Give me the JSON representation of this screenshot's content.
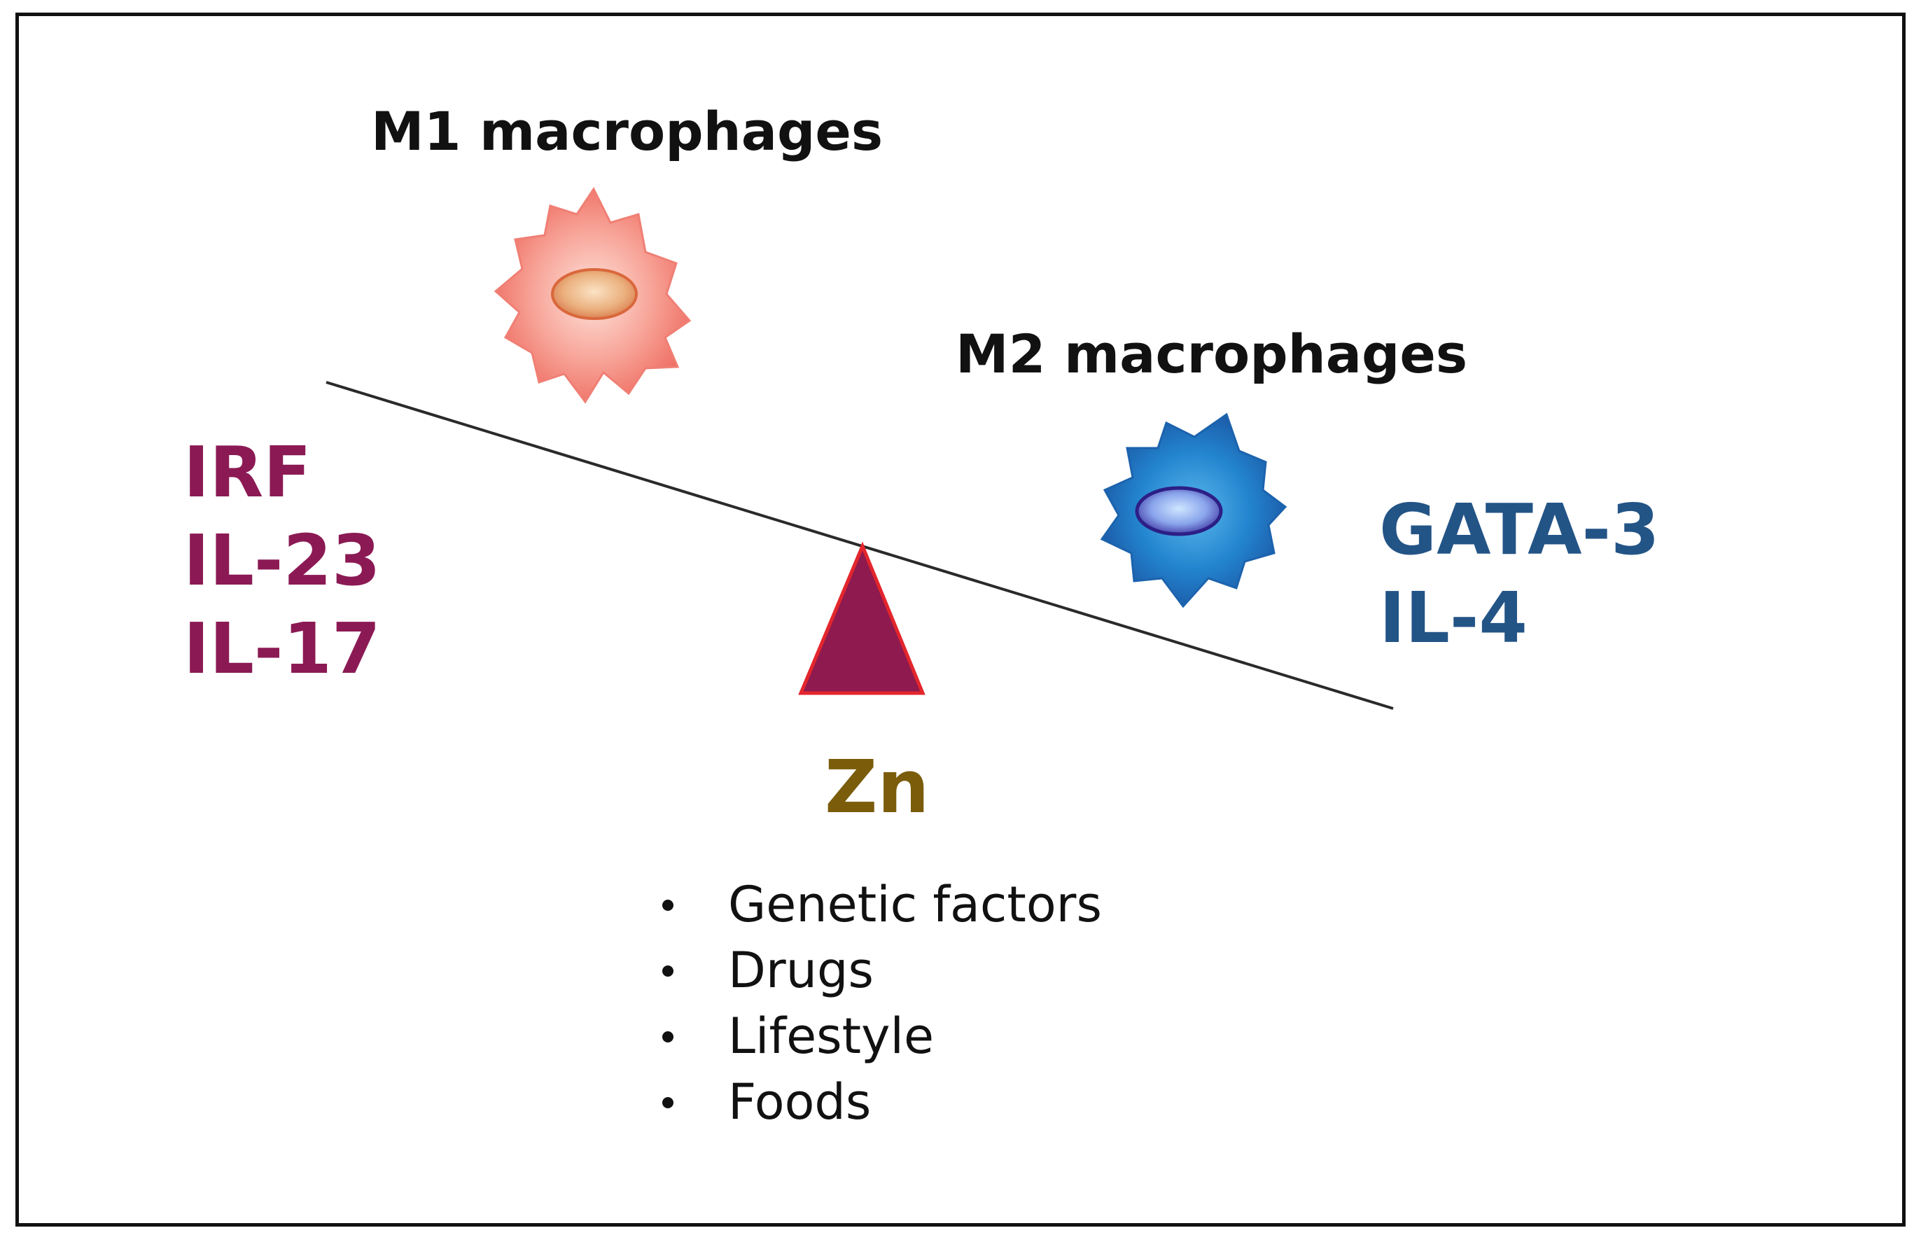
{
  "m1": {
    "title": "M1 macrophages",
    "markers": [
      "IRF",
      "IL-23",
      "IL-17"
    ],
    "color": "#8b1a54"
  },
  "m2": {
    "title": "M2 macrophages",
    "markers": [
      "GATA-3",
      "IL-4"
    ],
    "color": "#235486"
  },
  "fulcrum": {
    "label": "Zn",
    "label_color": "#7a5c0a",
    "fill_color": "#8e1a4f",
    "outline_color": "#e3262c"
  },
  "factors": [
    "Genetic factors",
    "Drugs",
    "Lifestyle",
    "Foods"
  ],
  "icons": {
    "m1_cell": "m1-macrophage-icon",
    "m2_cell": "m2-macrophage-icon",
    "fulcrum": "fulcrum-triangle-icon"
  }
}
